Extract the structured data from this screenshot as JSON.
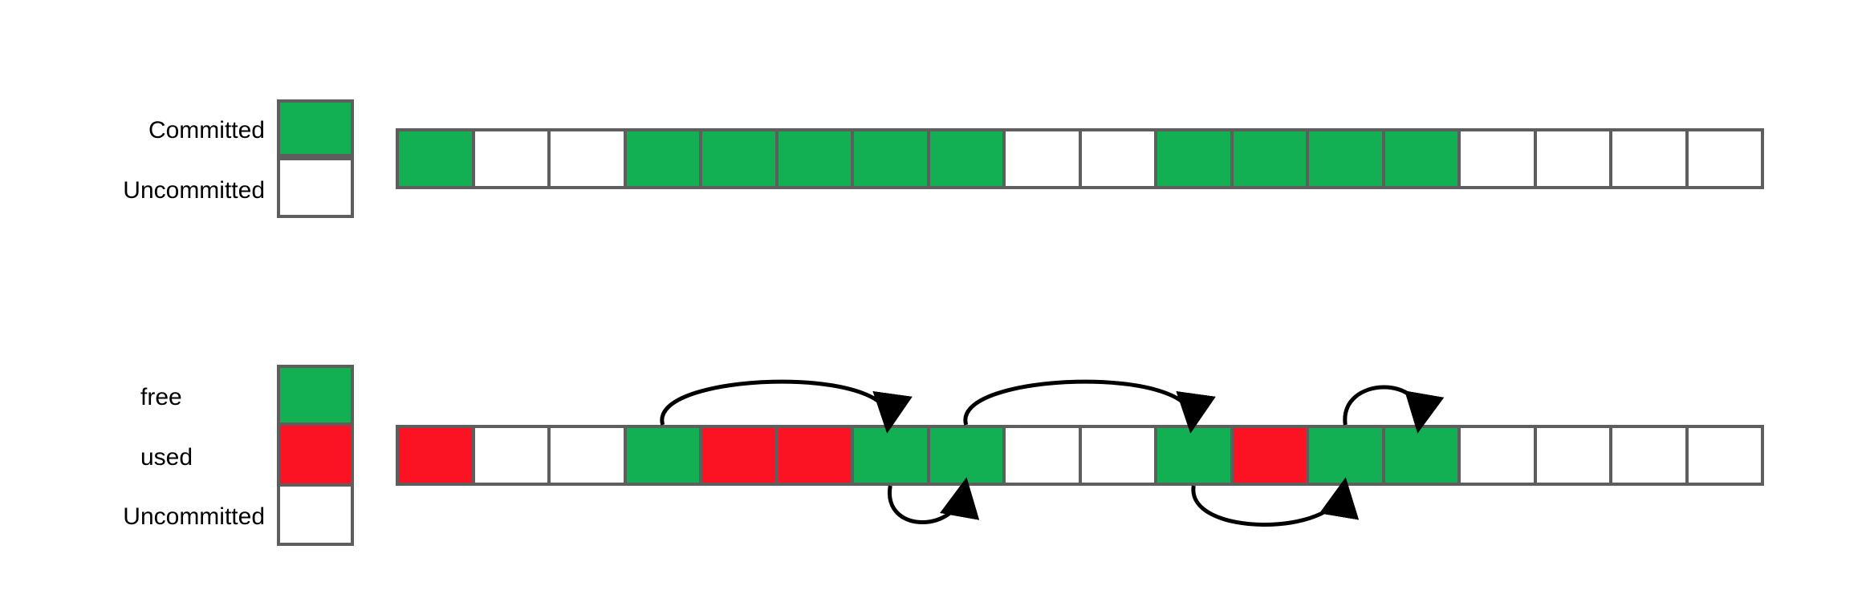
{
  "colors": {
    "committed": "#12b052",
    "uncommitted": "#ffffff",
    "free": "#12b052",
    "used": "#fb1323",
    "border": "#5e5e5e",
    "arrow": "#000000"
  },
  "legend_top": {
    "committed_label": "Committed",
    "uncommitted_label": "Uncommitted"
  },
  "legend_bottom": {
    "free_label": "free",
    "used_label": "used",
    "uncommitted_label": "Uncommitted"
  },
  "top_strip": [
    "committed",
    "uncommitted",
    "uncommitted",
    "committed",
    "committed",
    "committed",
    "committed",
    "committed",
    "uncommitted",
    "uncommitted",
    "committed",
    "committed",
    "committed",
    "committed",
    "uncommitted",
    "uncommitted",
    "uncommitted",
    "uncommitted"
  ],
  "bottom_strip": [
    "used",
    "uncommitted",
    "uncommitted",
    "free",
    "used",
    "used",
    "free",
    "free",
    "uncommitted",
    "uncommitted",
    "free",
    "used",
    "free",
    "free",
    "uncommitted",
    "uncommitted",
    "uncommitted",
    "uncommitted"
  ],
  "free_list_links": [
    {
      "from": 3,
      "to": 6,
      "side": "top"
    },
    {
      "from": 6,
      "to": 7,
      "side": "bottom"
    },
    {
      "from": 7,
      "to": 10,
      "side": "top"
    },
    {
      "from": 10,
      "to": 12,
      "side": "bottom"
    },
    {
      "from": 12,
      "to": 13,
      "side": "top"
    }
  ]
}
